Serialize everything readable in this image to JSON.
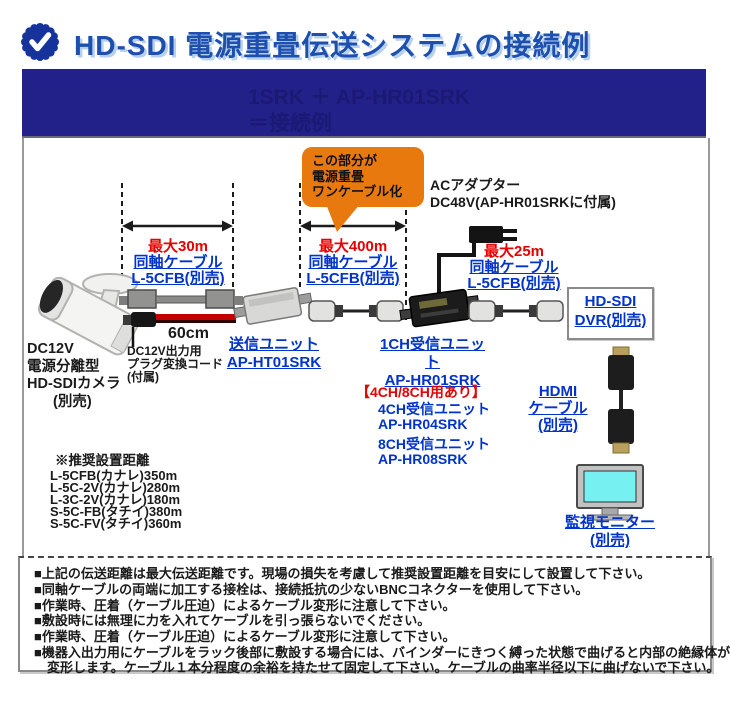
{
  "header": {
    "title": "HD-SDI 電源重畳伝送システムの接続例",
    "badge_icon": "check-seal-icon"
  },
  "banner": {
    "faint_line1": "1SRK ＋ AP-HR01SRK",
    "faint_line2": "＝接続例"
  },
  "diagram": {
    "camera": {
      "label_lines": [
        "DC12V",
        "電源分離型",
        "HD-SDIカメラ",
        "(別売)"
      ]
    },
    "plug_cord": {
      "length": "60cm",
      "label_lines": [
        "DC12V出力用",
        "プラグ変換コード",
        "(付属)"
      ]
    },
    "span30": {
      "max": "最大30m",
      "cable": "同軸ケーブル",
      "model": "L-5CFB(別売)"
    },
    "span400": {
      "max": "最大400m",
      "cable": "同軸ケーブル",
      "model": "L-5CFB(別売)"
    },
    "span25": {
      "max": "最大25m",
      "cable": "同軸ケーブル",
      "model": "L-5CFB(別売)"
    },
    "bubble": {
      "lines": [
        "この部分が",
        "電源重畳",
        "ワンケーブル化"
      ]
    },
    "ac_adapter": {
      "lines": [
        "ACアダプター",
        "DC48V(AP-HR01SRKに付属)"
      ]
    },
    "tx_unit": {
      "name": "送信ユニット",
      "model": "AP-HT01SRK"
    },
    "rx_unit": {
      "name": "1CH受信ユニット",
      "model": "AP-HR01SRK"
    },
    "rx_options": {
      "heading": "【4CH/8CH用あり】",
      "items": [
        {
          "name": "4CH受信ユニット",
          "model": "AP-HR04SRK"
        },
        {
          "name": "8CH受信ユニット",
          "model": "AP-HR08SRK"
        }
      ]
    },
    "dvr": {
      "lines": [
        "HD-SDI",
        "DVR(別売)"
      ]
    },
    "hdmi": {
      "lines": [
        "HDMI",
        "ケーブル",
        "(別売)"
      ]
    },
    "monitor": {
      "lines": [
        "監視モニター",
        "(別売)"
      ]
    },
    "recommended": {
      "heading": "※推奨設置距離",
      "items": [
        "L-5CFB(カナレ)350m",
        "L-5C-2V(カナレ)280m",
        "L-3C-2V(カナレ)180m",
        "S-5C-FB(タチイ)380m",
        "S-5C-FV(タチイ)360m"
      ]
    }
  },
  "notes": {
    "lines": [
      "■上記の伝送距離は最大伝送距離です。現場の損失を考慮して推奨設置距離を目安にして設置して下さい。",
      "■同軸ケーブルの両端に加工する接栓は、接続抵抗の少ないBNCコネクターを使用して下さい。",
      "■作業時、圧着（ケーブル圧迫）によるケーブル変形に注意して下さい。",
      "■敷設時には無理に力を入れてケーブルを引っ張らないでください。",
      "■作業時、圧着（ケーブル圧迫）によるケーブル変形に注意して下さい。",
      "■機器入出力用にケーブルをラック後部に敷設する場合には、バインダーにきつく縛った状態で曲げると内部の絶縁体が",
      "　変形します。ケーブル１本分程度の余裕を持たせて固定して下さい。ケーブルの曲率半径以下に曲げないで下さい。"
    ]
  },
  "colors": {
    "banner_navy": "#212189",
    "title_blue": "#1d4fae",
    "accent_red": "#e60000",
    "link_blue": "#0033cc",
    "bubble_orange": "#e8790f"
  }
}
